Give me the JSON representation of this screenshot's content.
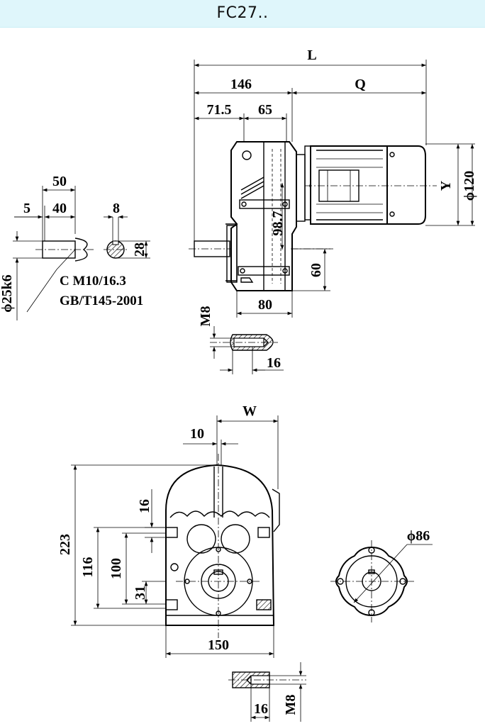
{
  "header": {
    "title": "FC27.."
  },
  "side_view": {
    "dims": {
      "L": "L",
      "d146": "146",
      "Q": "Q",
      "d71_5": "71.5",
      "d65": "65",
      "Y": "Y",
      "phi120": "ϕ120",
      "d98_7": "98.7",
      "d60": "60",
      "d80": "80"
    }
  },
  "shaft_detail": {
    "dims": {
      "d50": "50",
      "d5": "5",
      "d40": "40",
      "d8": "8",
      "d28": "28",
      "phi25k6": "ϕ25k6"
    },
    "note_line1": "C M10/16.3",
    "note_line2": "GB/T145-2001"
  },
  "thread_detail_top": {
    "dims": {
      "M8": "M8",
      "d16": "16"
    }
  },
  "front_view": {
    "dims": {
      "W": "W",
      "d10": "10",
      "d16": "16",
      "d223": "223",
      "d116": "116",
      "d100": "100",
      "d31": "31",
      "d150": "150"
    }
  },
  "flange_view": {
    "dims": {
      "phi86": "ϕ86"
    }
  },
  "thread_detail_bottom": {
    "dims": {
      "d16": "16",
      "M8": "M8"
    }
  }
}
